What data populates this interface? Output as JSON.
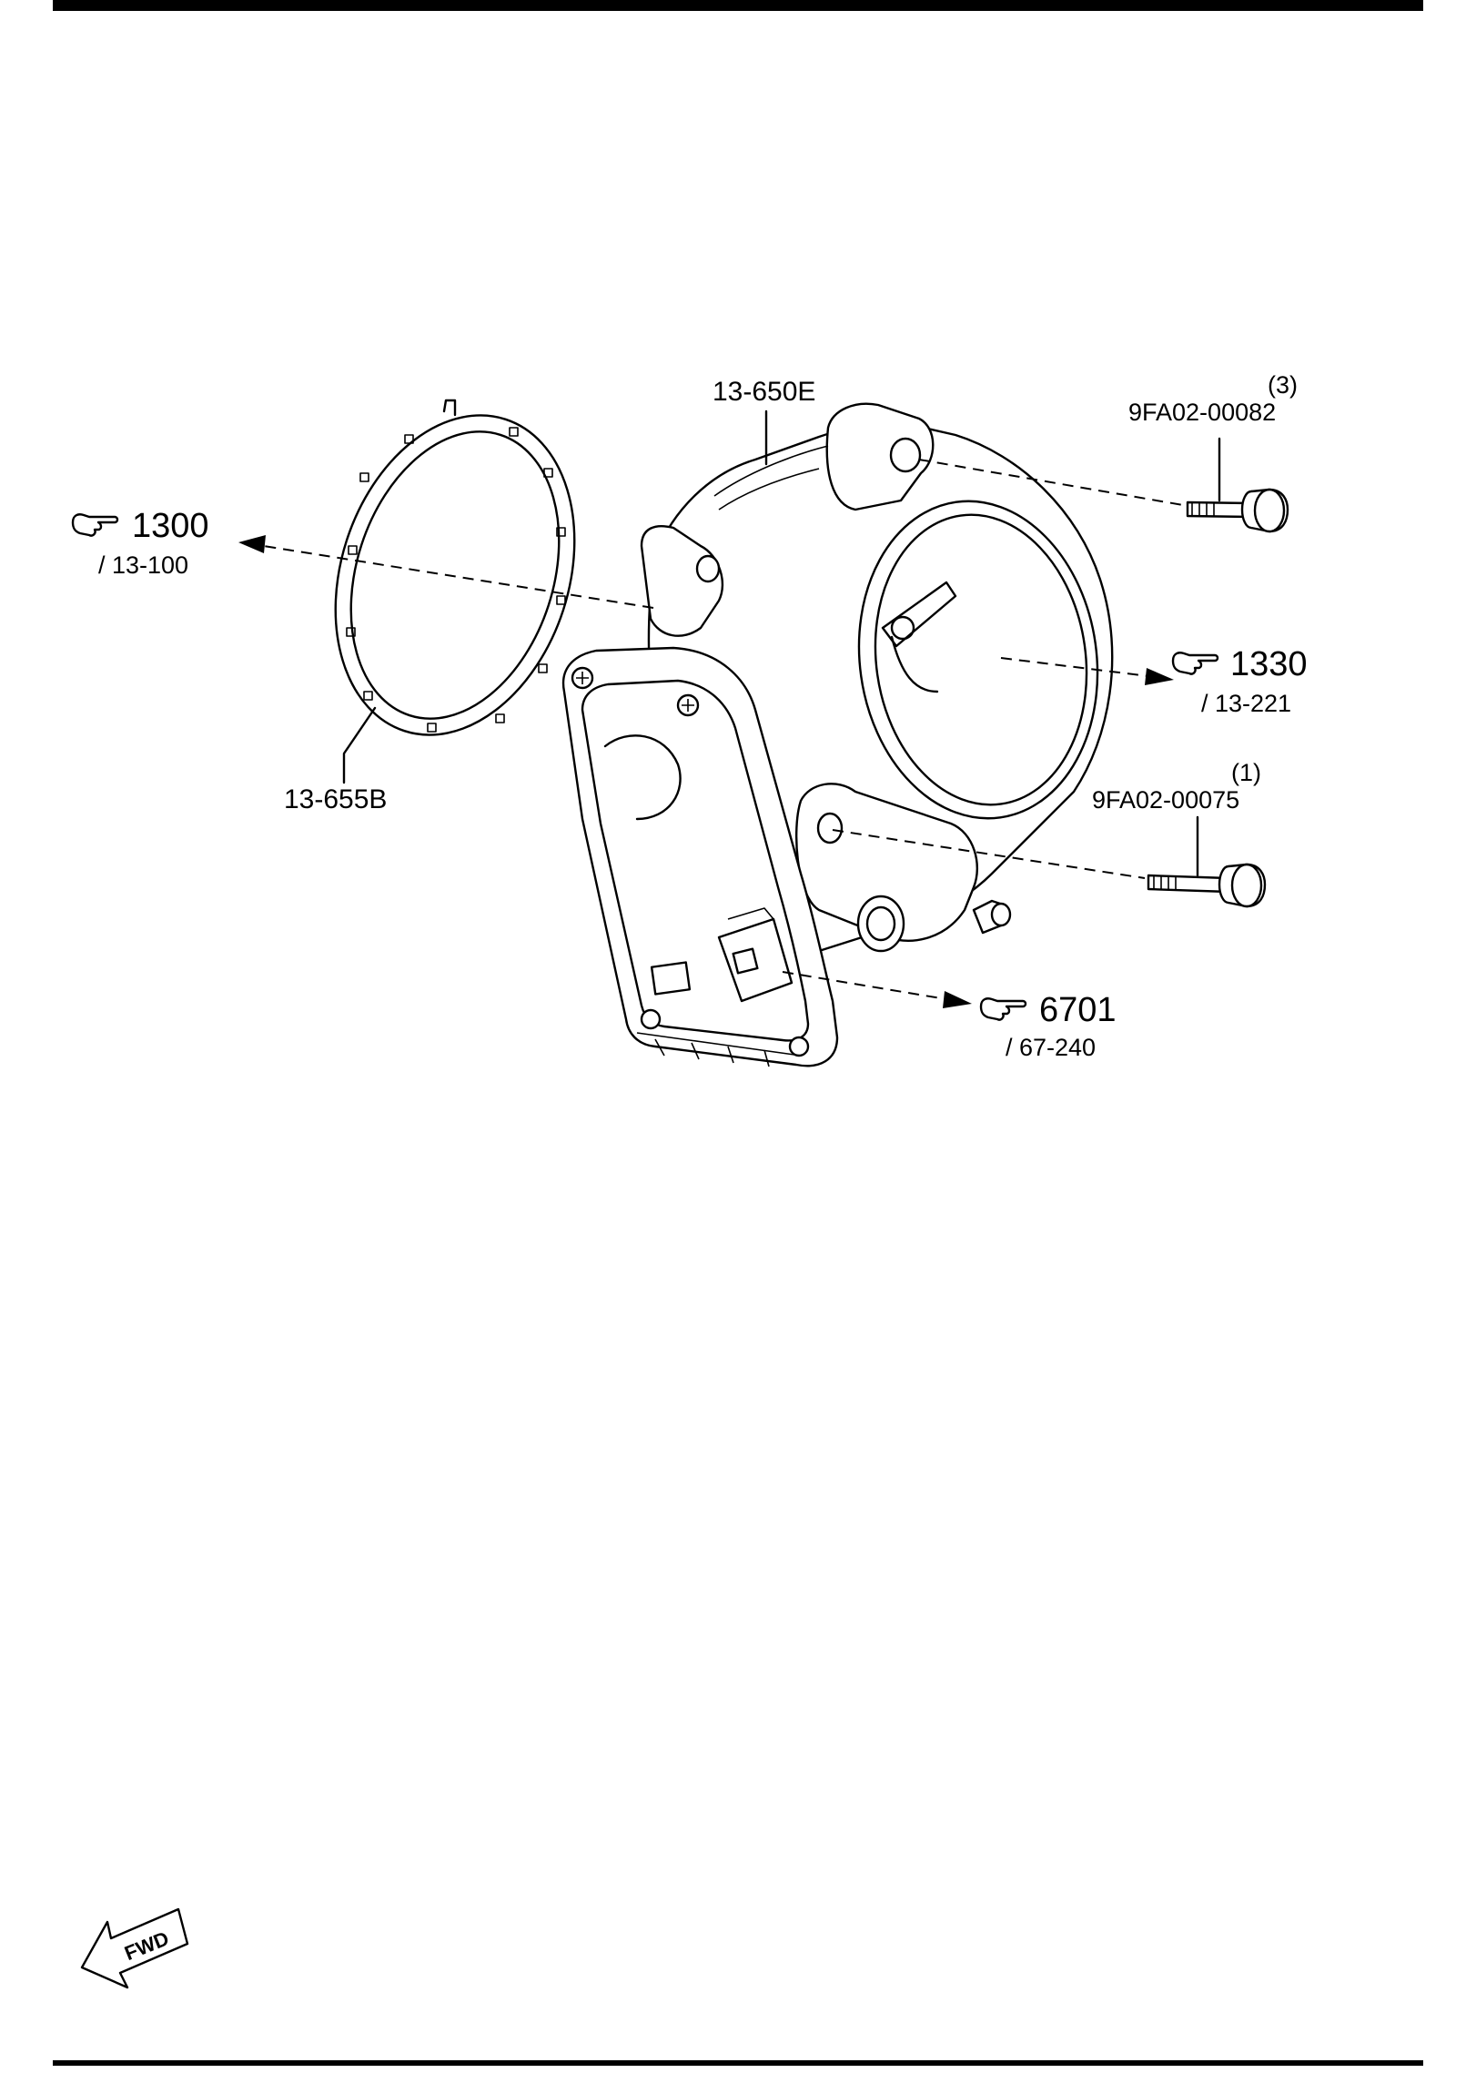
{
  "parts": {
    "throttle_body": "13-650E",
    "gasket": "13-655B",
    "bolt_upper": {
      "part_no": "9FA02-00082",
      "qty": "(3)"
    },
    "bolt_lower": {
      "part_no": "9FA02-00075",
      "qty": "(1)"
    }
  },
  "references": {
    "left": {
      "group": "1300",
      "page": "/ 13-100"
    },
    "right": {
      "group": "1330",
      "page": "/ 13-221"
    },
    "connector": {
      "group": "6701",
      "page": "/ 67-240"
    }
  },
  "fwd_label": "FWD"
}
